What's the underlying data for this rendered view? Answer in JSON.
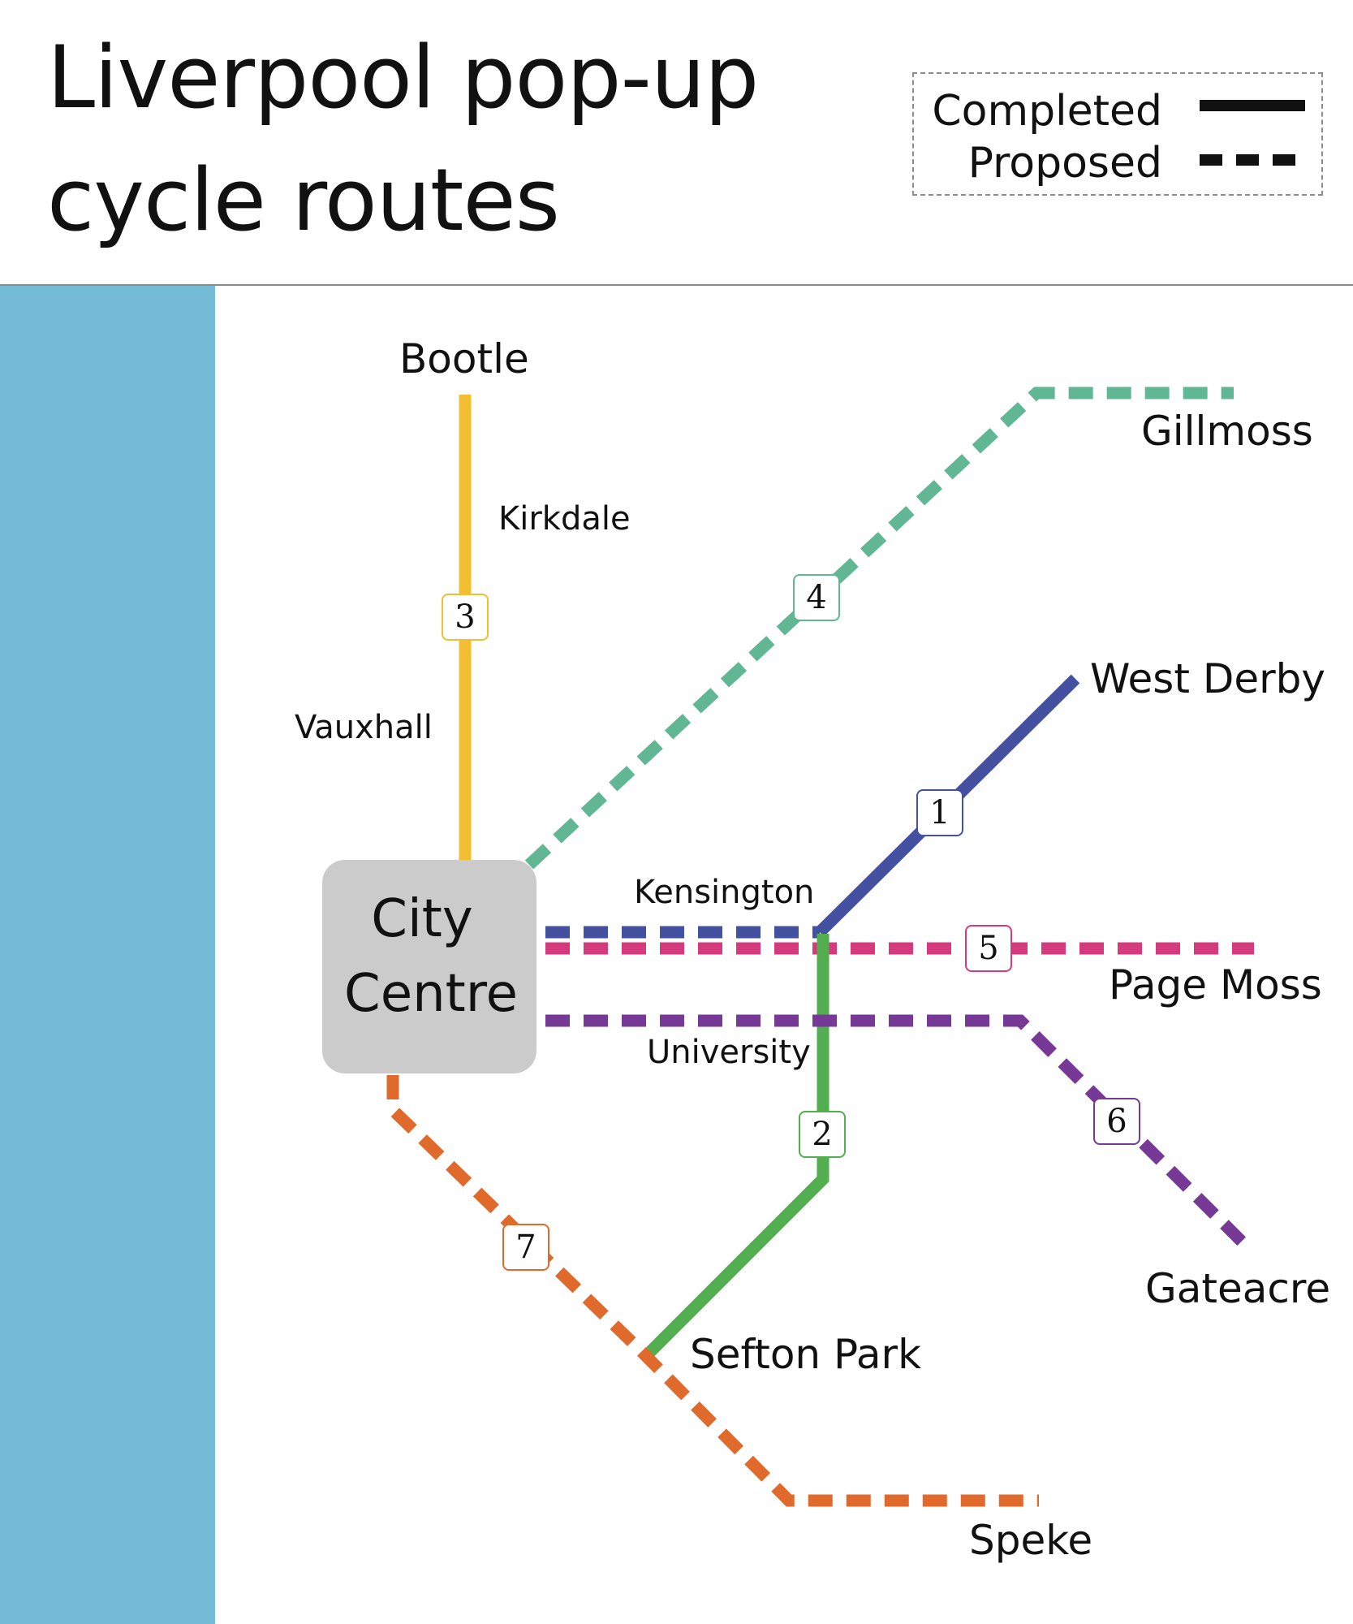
{
  "title": {
    "line1": "Liverpool pop-up",
    "line2": "cycle routes"
  },
  "legend": {
    "completed_label": "Completed",
    "proposed_label": "Proposed"
  },
  "hub": {
    "line1": "City",
    "line2": "Centre"
  },
  "places": {
    "bootle": "Bootle",
    "kirkdale": "Kirkdale",
    "vauxhall": "Vauxhall",
    "gillmoss": "Gillmoss",
    "west_derby": "West Derby",
    "kensington": "Kensington",
    "page_moss": "Page Moss",
    "university": "University",
    "gateacre": "Gateacre",
    "sefton_park": "Sefton Park",
    "speke": "Speke"
  },
  "routes": [
    {
      "number": "1",
      "status": "completed",
      "color": "#4451a1"
    },
    {
      "number": "2",
      "status": "completed",
      "color": "#53ae4f"
    },
    {
      "number": "3",
      "status": "completed",
      "color": "#f1bf31"
    },
    {
      "number": "4",
      "status": "proposed",
      "color": "#61b794"
    },
    {
      "number": "5",
      "status": "proposed",
      "color": "#d53b7c"
    },
    {
      "number": "6",
      "status": "proposed",
      "color": "#763a96"
    },
    {
      "number": "7",
      "status": "proposed",
      "color": "#e06a2c"
    }
  ],
  "colors": {
    "river": "#74bcd5",
    "hub": "#cccbcc"
  }
}
